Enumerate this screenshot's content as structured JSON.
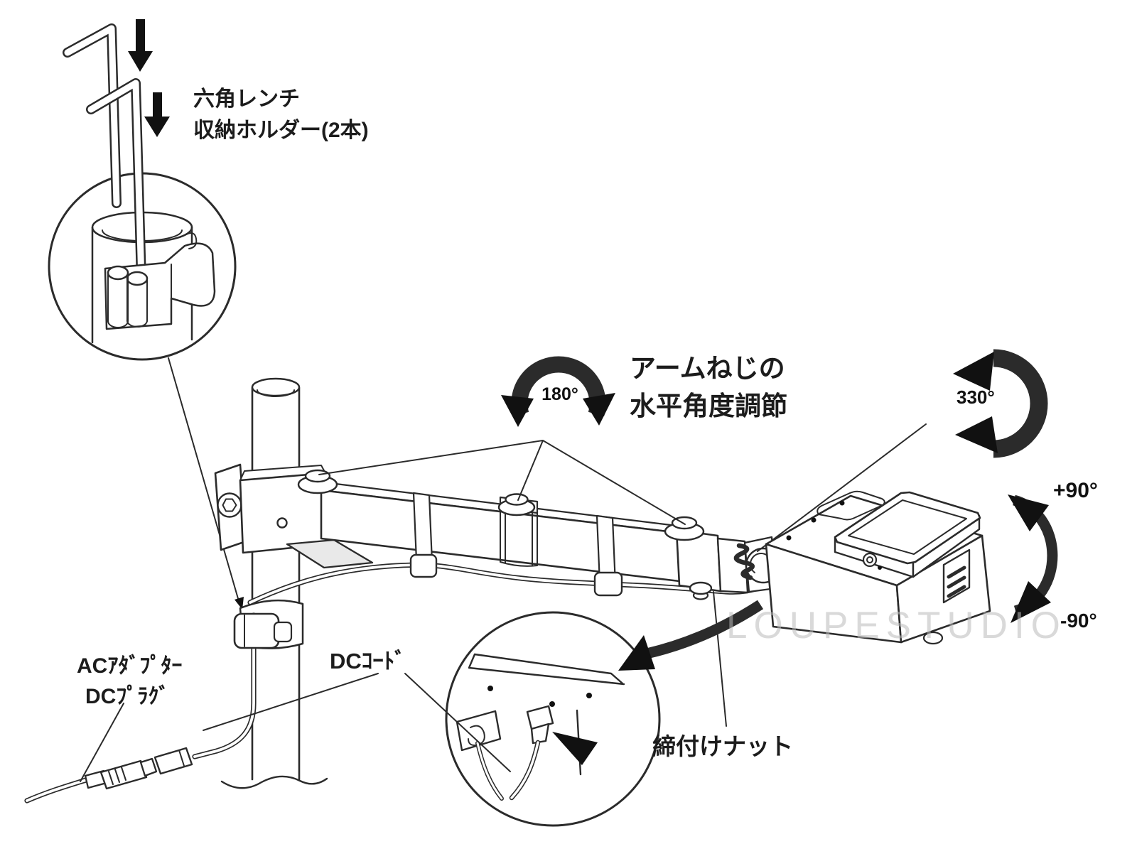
{
  "annotations": {
    "hex_wrench": {
      "line1": "六角レンチ",
      "line2": "収納ホルダー(2本)"
    },
    "arm_adjust": {
      "line1": "アームねじの",
      "line2": "水平角度調節"
    },
    "rotation": {
      "arm_screws": "180°",
      "head_pan": "330°",
      "tilt_up": "+90°",
      "tilt_down": "-90°"
    },
    "power": {
      "line1": "ACｱﾀﾞﾌﾟﾀｰ",
      "line2": "DCﾌﾟﾗｸﾞ",
      "dc_cord": "DCｺｰﾄﾞ"
    },
    "tightening_nut": "締付けナット"
  },
  "watermark": "LOUPESTUDIO",
  "colors": {
    "line": "#2b2b2b",
    "arrow_black": "#111111",
    "watermark": "#b9b9b9"
  }
}
